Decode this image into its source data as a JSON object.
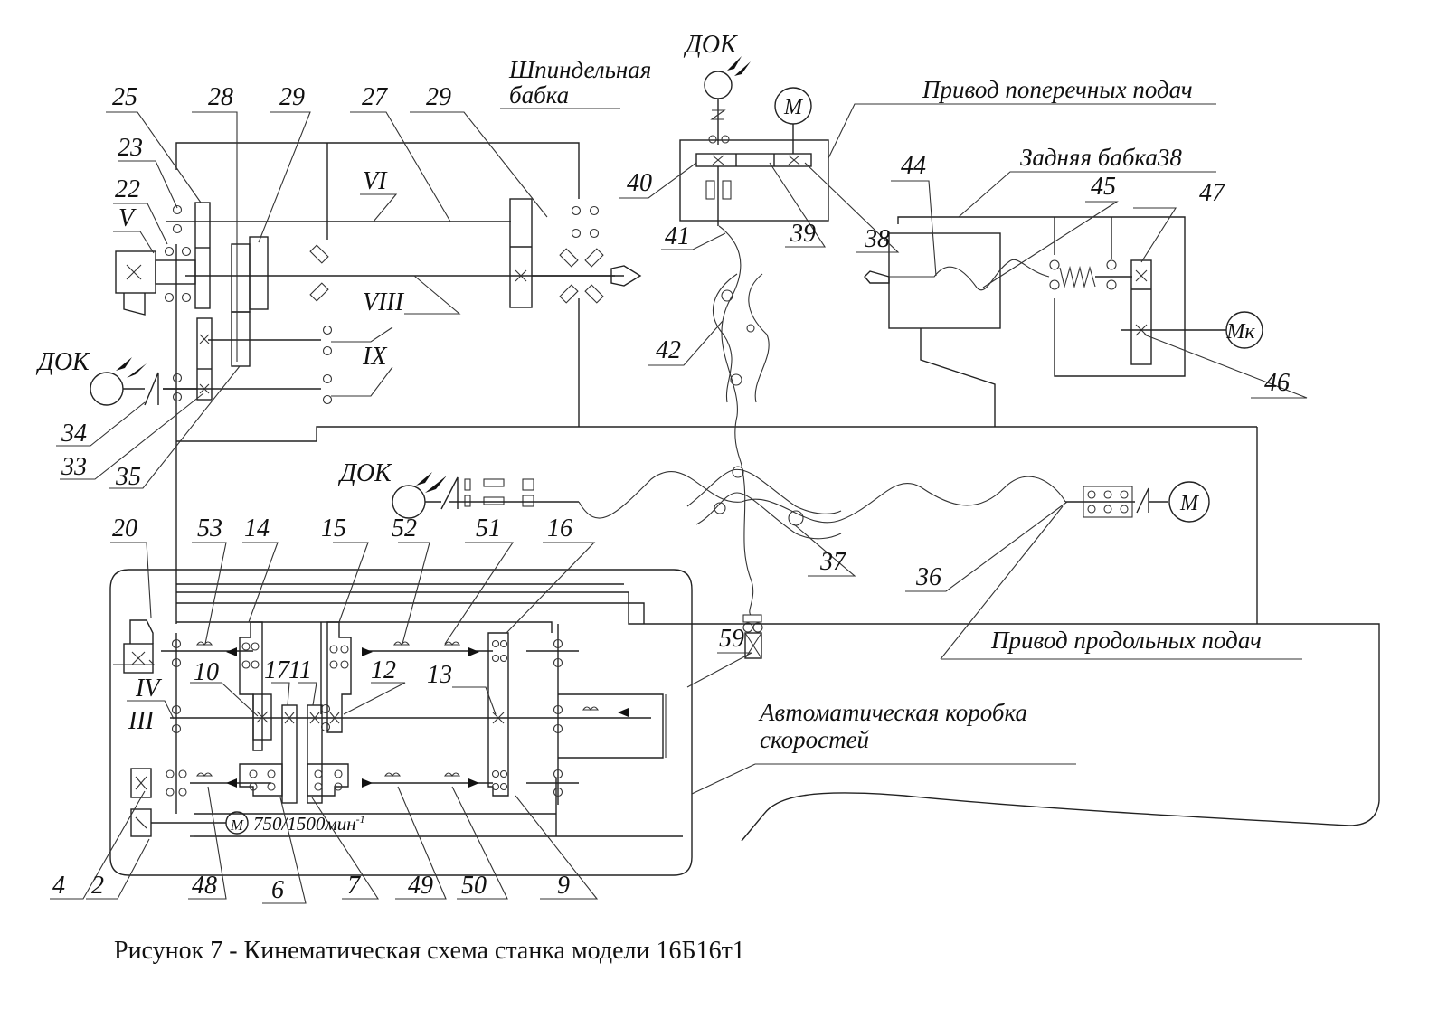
{
  "caption": "Рисунок 7 - Кинематическая схема станка модели 16Б16т1",
  "blocks": {
    "spindle_head": [
      "Шпиндельная",
      "бабка"
    ],
    "cross_feed": "Привод поперечных подач",
    "tailstock": "Задняя бабка38",
    "long_feed": "Привод продольных подач",
    "gearbox": [
      "Автоматическая коробка",
      "скоростей"
    ]
  },
  "sensors": {
    "dok": "ДОК"
  },
  "motors": {
    "m": "M",
    "mk": "Mк",
    "main": "M",
    "main_speed": "750/1500мин",
    "main_speed_sup": "-1"
  },
  "shafts": [
    "V",
    "VI",
    "VIII",
    "IX",
    "IV",
    "III"
  ],
  "parts": {
    "p25": "25",
    "p28": "28",
    "p29a": "29",
    "p27": "27",
    "p29b": "29",
    "p23": "23",
    "p22": "22",
    "p34": "34",
    "p33": "33",
    "p35": "35",
    "p40": "40",
    "p41": "41",
    "p39": "39",
    "p38": "38",
    "p42": "42",
    "p44": "44",
    "p45": "45",
    "p47": "47",
    "p46": "46",
    "p37": "37",
    "p36": "36",
    "p59": "59",
    "p20": "20",
    "p53": "53",
    "p14": "14",
    "p15": "15",
    "p52": "52",
    "p51": "51",
    "p16": "16",
    "p10": "10",
    "p17": "17",
    "p11": "11",
    "p12": "12",
    "p13": "13",
    "p4": "4",
    "p2": "2",
    "p48": "48",
    "p6": "6",
    "p7": "7",
    "p49": "49",
    "p50": "50",
    "p9": "9"
  }
}
